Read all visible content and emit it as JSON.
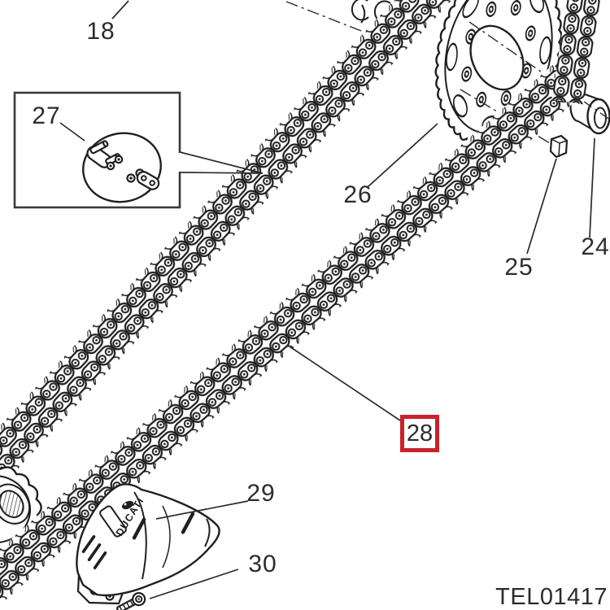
{
  "figure": {
    "code": "TEL01417",
    "brand": "DUCATI",
    "highlight_color": "#c8232c"
  },
  "callouts": {
    "c18": "18",
    "c27": "27",
    "c26": "26",
    "c25": "25",
    "c24": "24",
    "c28": "28",
    "c29": "29",
    "c30": "30"
  }
}
